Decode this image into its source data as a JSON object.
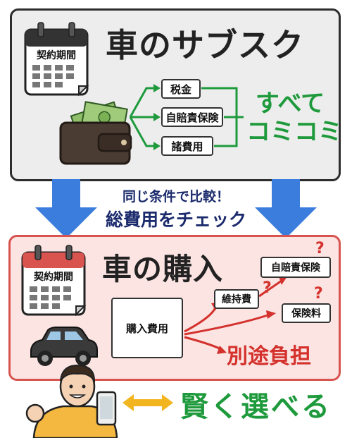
{
  "top": {
    "title": "車のサブスク",
    "calendar_label": "契約期間",
    "items": [
      "税金",
      "自賠責保険",
      "諸費用"
    ],
    "summary_line1": "すべて",
    "summary_line2": "コミコミ"
  },
  "middle": {
    "line1": "同じ条件で比較！",
    "line2": "総費用をチェック"
  },
  "bottom": {
    "title": "車の購入",
    "calendar_label": "契約期間",
    "purchase_label": "購入費用",
    "extra_items": [
      "自賠責保険",
      "維持費",
      "保険料"
    ],
    "question_mark": "?",
    "separate_label": "別途負担"
  },
  "footer": {
    "text": "賢く選べる"
  },
  "colors": {
    "arrow_blue": "#3b7ddd",
    "green": "#1e9a3c",
    "red": "#d4312c"
  }
}
